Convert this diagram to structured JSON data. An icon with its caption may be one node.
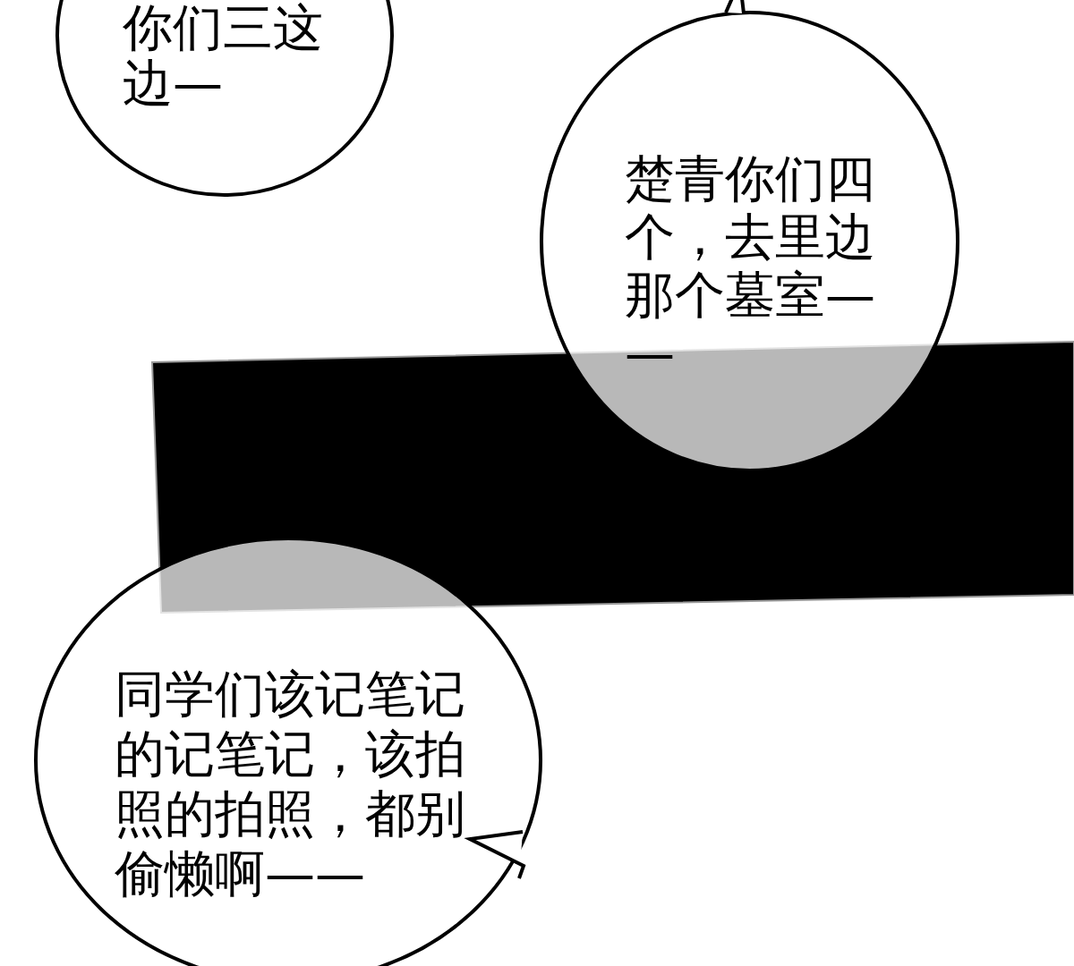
{
  "diagram": {
    "nodes": [
      {
        "text": [
          "你们三这边—"
        ]
      },
      {
        "text": [
          "楚青你们四个，去里边那个墓室——"
        ]
      },
      {
        "text": [],
        "shape": "bar"
      },
      {
        "text": [
          "同学们该记笔记的记笔记，该拍照的拍照，都别偷懒啊——"
        ]
      }
    ]
  }
}
